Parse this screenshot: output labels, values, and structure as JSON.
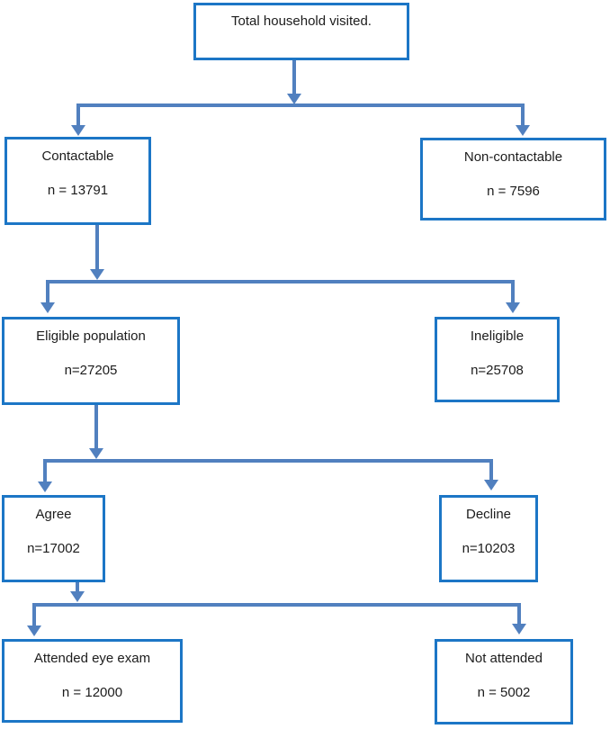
{
  "figure": {
    "type": "flow-diagram",
    "description": "Participant flow of households visited through eye exam attendance"
  },
  "colors": {
    "box_border": "#1c76c6",
    "connector": "#5180bf",
    "text": "#1c1c1c",
    "background": "#ffffff"
  },
  "nodes": {
    "total": {
      "label": "Total household visited."
    },
    "contactable": {
      "label": "Contactable",
      "count": "n = 13791"
    },
    "non_contactable": {
      "label": "Non-contactable",
      "count": "n = 7596"
    },
    "eligible": {
      "label": "Eligible population",
      "count": "n=27205"
    },
    "ineligible": {
      "label": "Ineligible",
      "count": "n=25708"
    },
    "agree": {
      "label": "Agree",
      "count": "n=17002"
    },
    "decline": {
      "label": "Decline",
      "count": "n=10203"
    },
    "attended": {
      "label": "Attended eye exam",
      "count": "n = 12000"
    },
    "not_attended": {
      "label": "Not attended",
      "count": "n = 5002"
    }
  },
  "edges": [
    {
      "from": "total",
      "to": [
        "contactable",
        "non_contactable"
      ]
    },
    {
      "from": "contactable",
      "to": [
        "eligible",
        "ineligible"
      ]
    },
    {
      "from": "eligible",
      "to": [
        "agree",
        "decline"
      ]
    },
    {
      "from": "agree",
      "to": [
        "attended",
        "not_attended"
      ]
    }
  ]
}
